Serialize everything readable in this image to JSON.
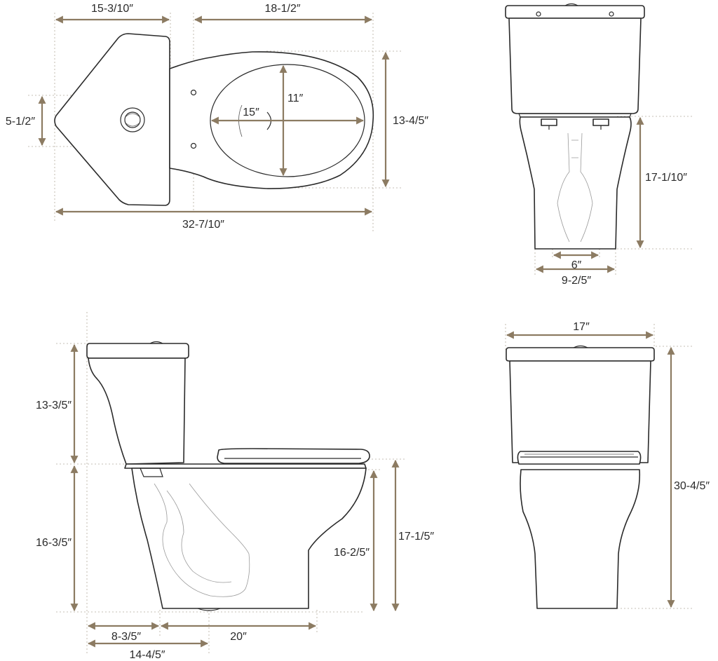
{
  "colors": {
    "dimension_line": "#8c7b62",
    "extension_line": "#b4ab9c",
    "outline": "#2a2a2a",
    "background": "#ffffff"
  },
  "views": {
    "top": {
      "dims": {
        "tank_depth": "15-3/10″",
        "bowl_length": "18-1/2″",
        "tank_inner": "5-1/2″",
        "bowl_opening_width": "11″",
        "bowl_opening_length": "15″",
        "bowl_width": "13-4/5″",
        "overall_length": "32-7/10″"
      }
    },
    "front_upper": {
      "dims": {
        "base_inner": "6″",
        "base_outer": "9-2/5″",
        "bowl_height": "17-1/10″"
      }
    },
    "side": {
      "dims": {
        "tank_height": "13-3/5″",
        "bowl_height": "16-3/5″",
        "rim_height": "16-2/5″",
        "seat_height": "17-1/5″",
        "rough_in": "8-3/5″",
        "base_length": "20″",
        "rear_to_outlet": "14-4/5″"
      }
    },
    "front_lower": {
      "dims": {
        "tank_width": "17″",
        "total_height": "30-4/5″"
      }
    }
  }
}
